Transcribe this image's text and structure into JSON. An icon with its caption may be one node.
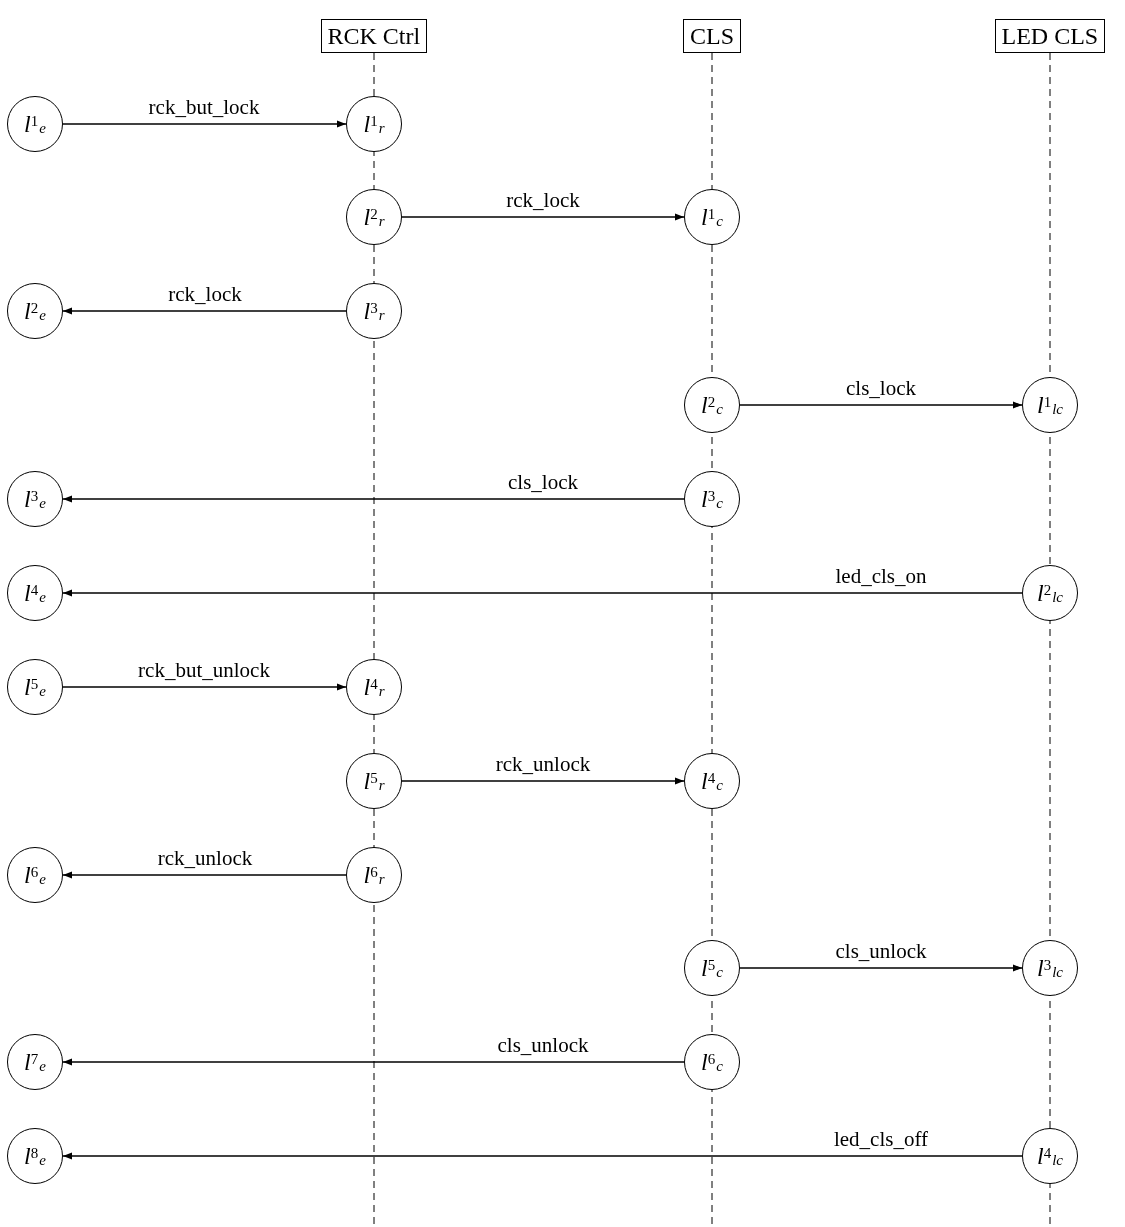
{
  "diagram": {
    "nodes": [
      {
        "text": [
          "RCK Ctrl"
        ]
      },
      {
        "text": [
          "CLS"
        ]
      },
      {
        "text": [
          "LED CLS"
        ]
      },
      {
        "text": [
          "*l*$^{1}$$_{e}$"
        ]
      },
      {
        "text": [
          "*l*$^{1}$$_{r}$"
        ]
      },
      {
        "text": [
          "*l*$^{2}$$_{r}$"
        ]
      },
      {
        "text": [
          "*l*$^{1}$$_{c}$"
        ]
      },
      {
        "text": [
          "*l*$^{2}$$_{e}$"
        ]
      },
      {
        "text": [
          "*l*$^{3}$$_{r}$"
        ]
      },
      {
        "text": [
          "*l*$^{2}$$_{c}$"
        ]
      },
      {
        "text": [
          "*l*$^{1}$$_{lc}$"
        ]
      },
      {
        "text": [
          "*l*$^{3}$$_{e}$"
        ]
      },
      {
        "text": [
          "*l*$^{3}$$_{c}$"
        ]
      },
      {
        "text": [
          "*l*$^{4}$$_{e}$"
        ]
      },
      {
        "text": [
          "*l*$^{2}$$_{lc}$"
        ]
      },
      {
        "text": [
          "*l*$^{5}$$_{e}$"
        ]
      },
      {
        "text": [
          "*l*$^{4}$$_{r}$"
        ]
      },
      {
        "text": [
          "*l*$^{5}$$_{r}$"
        ]
      },
      {
        "text": [
          "*l*$^{4}$$_{c}$"
        ]
      },
      {
        "text": [
          "*l*$^{6}$$_{e}$"
        ]
      },
      {
        "text": [
          "*l*$^{6}$$_{r}$"
        ]
      },
      {
        "text": [
          "*l*$^{5}$$_{c}$"
        ]
      },
      {
        "text": [
          "*l*$^{3}$$_{lc}$"
        ]
      },
      {
        "text": [
          "*l*$^{7}$$_{e}$"
        ]
      },
      {
        "text": [
          "*l*$^{6}$$_{c}$"
        ]
      },
      {
        "text": [
          "*l*$^{8}$$_{e}$"
        ]
      },
      {
        "text": [
          "*l*$^{4}$$_{lc}$"
        ]
      }
    ],
    "edges": [
      {
        "from": 3,
        "to": 4,
        "arrow": "to",
        "label": "rck_but_lock"
      },
      {
        "from": 5,
        "to": 6,
        "arrow": "to",
        "label": "rck_lock"
      },
      {
        "from": 8,
        "to": 7,
        "arrow": "to",
        "label": "rck_lock"
      },
      {
        "from": 9,
        "to": 10,
        "arrow": "to",
        "label": "cls_lock"
      },
      {
        "from": 12,
        "to": 11,
        "arrow": "to",
        "label": "cls_lock"
      },
      {
        "from": 14,
        "to": 13,
        "arrow": "to",
        "label": "led_cls_on"
      },
      {
        "from": 15,
        "to": 16,
        "arrow": "to",
        "label": "rck_but_unlock"
      },
      {
        "from": 17,
        "to": 18,
        "arrow": "to",
        "label": "rck_unlock"
      },
      {
        "from": 20,
        "to": 19,
        "arrow": "to",
        "label": "rck_unlock"
      },
      {
        "from": 21,
        "to": 22,
        "arrow": "to",
        "label": "cls_unlock"
      },
      {
        "from": 24,
        "to": 23,
        "arrow": "to",
        "label": "cls_unlock"
      },
      {
        "from": 26,
        "to": 25,
        "arrow": "to",
        "label": "led_cls_off"
      }
    ]
  }
}
